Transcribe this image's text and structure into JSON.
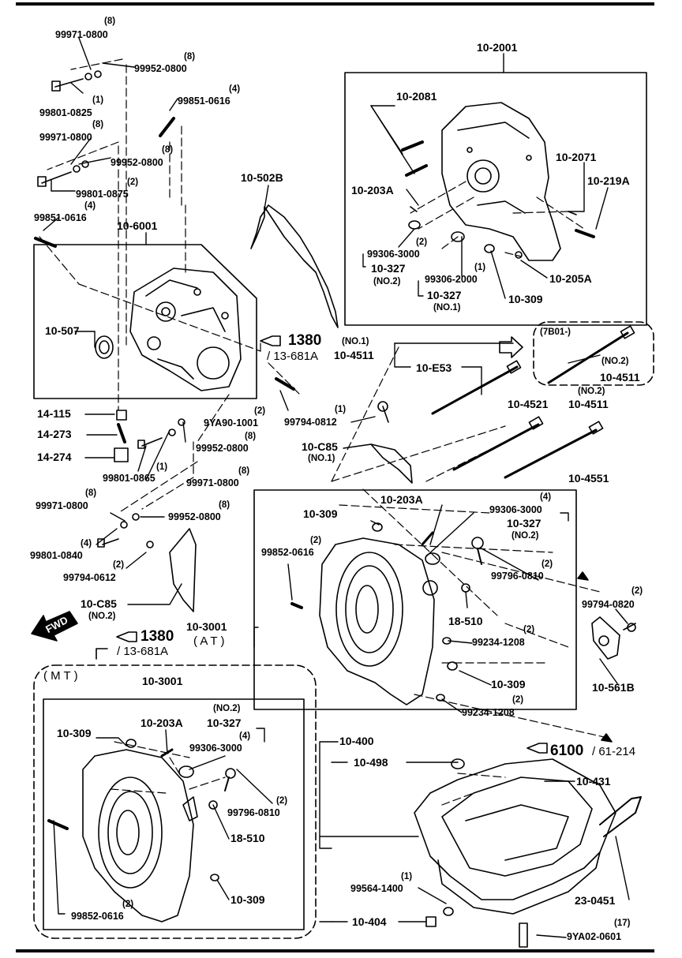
{
  "labels": {
    "p99971_0800_a": "99971-0800",
    "q99971_0800_a": "(8)",
    "p99952_0800_a": "99952-0800",
    "q99952_0800_a": "(8)",
    "p99801_0825": "99801-0825",
    "q99801_0825": "(1)",
    "p99851_0616_a": "99851-0616",
    "q99851_0616_a": "(4)",
    "p99971_0800_b": "99971-0800",
    "q99971_0800_b": "(8)",
    "p99952_0800_b": "99952-0800",
    "q99952_0800_b": "(8)",
    "p99801_0875": "99801-0875",
    "q99801_0875": "(2)",
    "p99851_0616_b": "99851-0616",
    "q99851_0616_b": "(4)",
    "p10_6001": "10-6001",
    "p10_502B": "10-502B",
    "p10_507": "10-507",
    "ref1380_a": "1380",
    "ref1380_a_sub": "/ 13-681A",
    "p10_4511_a": "10-4511",
    "tag_no1_a": "(NO.1)",
    "p10_E53": "10-E53",
    "tag_7B01": "(7B01-)",
    "p10_4511_b": "10-4511",
    "tag_no2_a": "(NO.2)",
    "p10_4511_c": "10-4511",
    "tag_no2_b": "(NO.2)",
    "p10_4521": "10-4521",
    "p10_4551": "10-4551",
    "p14_115": "14-115",
    "p14_273": "14-273",
    "p14_274": "14-274",
    "p9YA90_1001": "9YA90-1001",
    "q9YA90_1001": "(2)",
    "p99794_0812": "99794-0812",
    "q99794_0812": "(1)",
    "p99952_0800_c": "99952-0800",
    "q99952_0800_c": "(8)",
    "p99801_0865": "99801-0865",
    "q99801_0865": "(1)",
    "p99971_0800_c": "99971-0800",
    "q99971_0800_c": "(8)",
    "p10_C85_a": "10-C85",
    "tag_no1_b": "(NO.1)",
    "p99971_0800_d": "99971-0800",
    "q99971_0800_d": "(8)",
    "p99952_0800_d": "99952-0800",
    "q99952_0800_d": "(8)",
    "p99801_0840": "99801-0840",
    "q99801_0840": "(4)",
    "p99794_0612": "99794-0612",
    "q99794_0612": "(2)",
    "p10_C85_b": "10-C85",
    "tag_no2_c": "(NO.2)",
    "fwd": "FWD",
    "ref1380_b": "1380",
    "at": "( A T )",
    "ref1380_b_sub": "/ 13-681A",
    "mt": "( M T )",
    "p10_2001": "10-2001",
    "p10_2081": "10-2081",
    "p10_203A_a": "10-203A",
    "p10_2071": "10-2071",
    "p10_219A": "10-219A",
    "p99306_3000_a": "99306-3000",
    "q99306_3000_a": "(2)",
    "p10_327_a": "10-327",
    "tag_no2_d": "(NO.2)",
    "p99306_2000": "99306-2000",
    "q99306_2000": "(1)",
    "p10_327_b": "10-327",
    "tag_no1_c": "(NO.1)",
    "p10_205A": "10-205A",
    "p10_309_a": "10-309",
    "p10_203A_b": "10-203A",
    "p10_309_b": "10-309",
    "p99306_3000_b": "99306-3000",
    "q99306_3000_b": "(4)",
    "p10_327_c": "10-327",
    "tag_no2_e": "(NO.2)",
    "p99852_0616_a": "99852-0616",
    "q99852_0616_a": "(2)",
    "p99796_0810_a": "99796-0810",
    "q99796_0810_a": "(2)",
    "p18_510_a": "18-510",
    "p99794_0820": "99794-0820",
    "q99794_0820": "(2)",
    "p10_3001_a": "10-3001",
    "p99234_1208_a": "99234-1208",
    "q99234_1208_a": "(2)",
    "p10_309_c": "10-309",
    "p10_561B": "10-561B",
    "p99234_1208_b": "99234-1208",
    "q99234_1208_b": "(2)",
    "p10_3001_b": "10-3001",
    "p10_309_d": "10-309",
    "p10_203A_c": "10-203A",
    "tag_no2_f": "(NO.2)",
    "p10_327_d": "10-327",
    "p99306_3000_c": "99306-3000",
    "q99306_3000_c": "(4)",
    "p99796_0810_b": "99796-0810",
    "q99796_0810_b": "(2)",
    "p18_510_b": "18-510",
    "p10_309_e": "10-309",
    "p99852_0616_b": "99852-0616",
    "q99852_0616_b": "(2)",
    "p10_400": "10-400",
    "ref6100": "6100",
    "ref6100_sub": "/ 61-214",
    "p10_498": "10-498",
    "p10_431": "10-431",
    "p99564_1400": "99564-1400",
    "q99564_1400": "(1)",
    "p23_0451": "23-0451",
    "p10_404": "10-404",
    "p9YA02_0601": "9YA02-0601",
    "q9YA02_0601": "(17)"
  }
}
